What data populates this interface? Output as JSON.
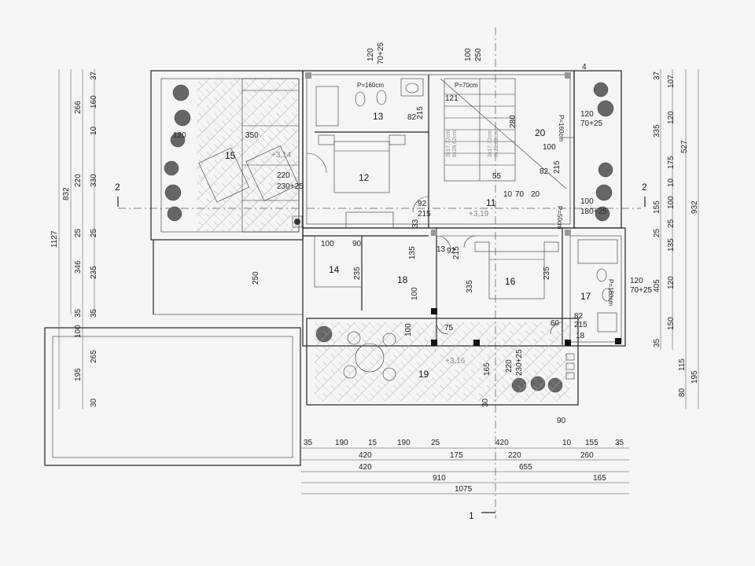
{
  "rooms": {
    "r11": "11",
    "r12": "12",
    "r13": "13",
    "r14": "14",
    "r15": "15",
    "r16": "16",
    "r17": "17",
    "r18": "18",
    "r19": "19",
    "r20": "20"
  },
  "section_marks": {
    "left": "2",
    "right": "2",
    "bottom": "1"
  },
  "window_notes": {
    "p160a": "P=160cm",
    "p70": "P=70cm",
    "p160b": "P=160cm",
    "p50": "P=50cm",
    "p160c": "P=160cm"
  },
  "level_marks": {
    "m1": "+3,19",
    "m2": "+3,16",
    "m3": "+3,14"
  },
  "left_dims": {
    "outer": "1127",
    "mid": "832",
    "col1": [
      "266",
      "220",
      "25",
      "346",
      "35",
      "100",
      "265",
      "195",
      "30"
    ],
    "col2": [
      "37",
      "160",
      "10",
      "330",
      "25",
      "235",
      "35"
    ],
    "col3_bottom": [
      "250"
    ]
  },
  "right_dims": {
    "col1": [
      "37",
      "335",
      "155",
      "25",
      "405",
      "35",
      "115",
      "80"
    ],
    "col2": [
      "107",
      "120",
      "175",
      "10",
      "100",
      "25",
      "135",
      "120",
      "150"
    ],
    "col3": [
      "527",
      "932",
      "195"
    ]
  },
  "top_dims": [
    "120",
    "70+25",
    "100",
    "250",
    "4"
  ],
  "bottom_dims": {
    "row1": [
      "35",
      "190",
      "15",
      "190",
      "25",
      "420",
      "10",
      "155",
      "35"
    ],
    "row2": [
      "420",
      "175",
      "220",
      "260"
    ],
    "row3": [
      "420",
      "655"
    ],
    "row4": [
      "910",
      "165"
    ],
    "row5": [
      "1075"
    ],
    "extra": "90"
  },
  "inner_dims": [
    "350",
    "120",
    "220",
    "230+25",
    "82",
    "215",
    "121",
    "280",
    "120",
    "70+25",
    "100",
    "82",
    "215",
    "55",
    "10",
    "70",
    "20",
    "92",
    "215",
    "33",
    "100",
    "180+25",
    "100",
    "90",
    "13",
    "92",
    "215",
    "135",
    "235",
    "235",
    "120",
    "70+25",
    "335",
    "100",
    "75",
    "100",
    "82",
    "60",
    "215",
    "18",
    "220",
    "230+25",
    "165",
    "30"
  ],
  "stair_notes": [
    "3x17,72cm",
    "8x28,62cm",
    "3x17,72cm",
    "3x28,62cm"
  ]
}
